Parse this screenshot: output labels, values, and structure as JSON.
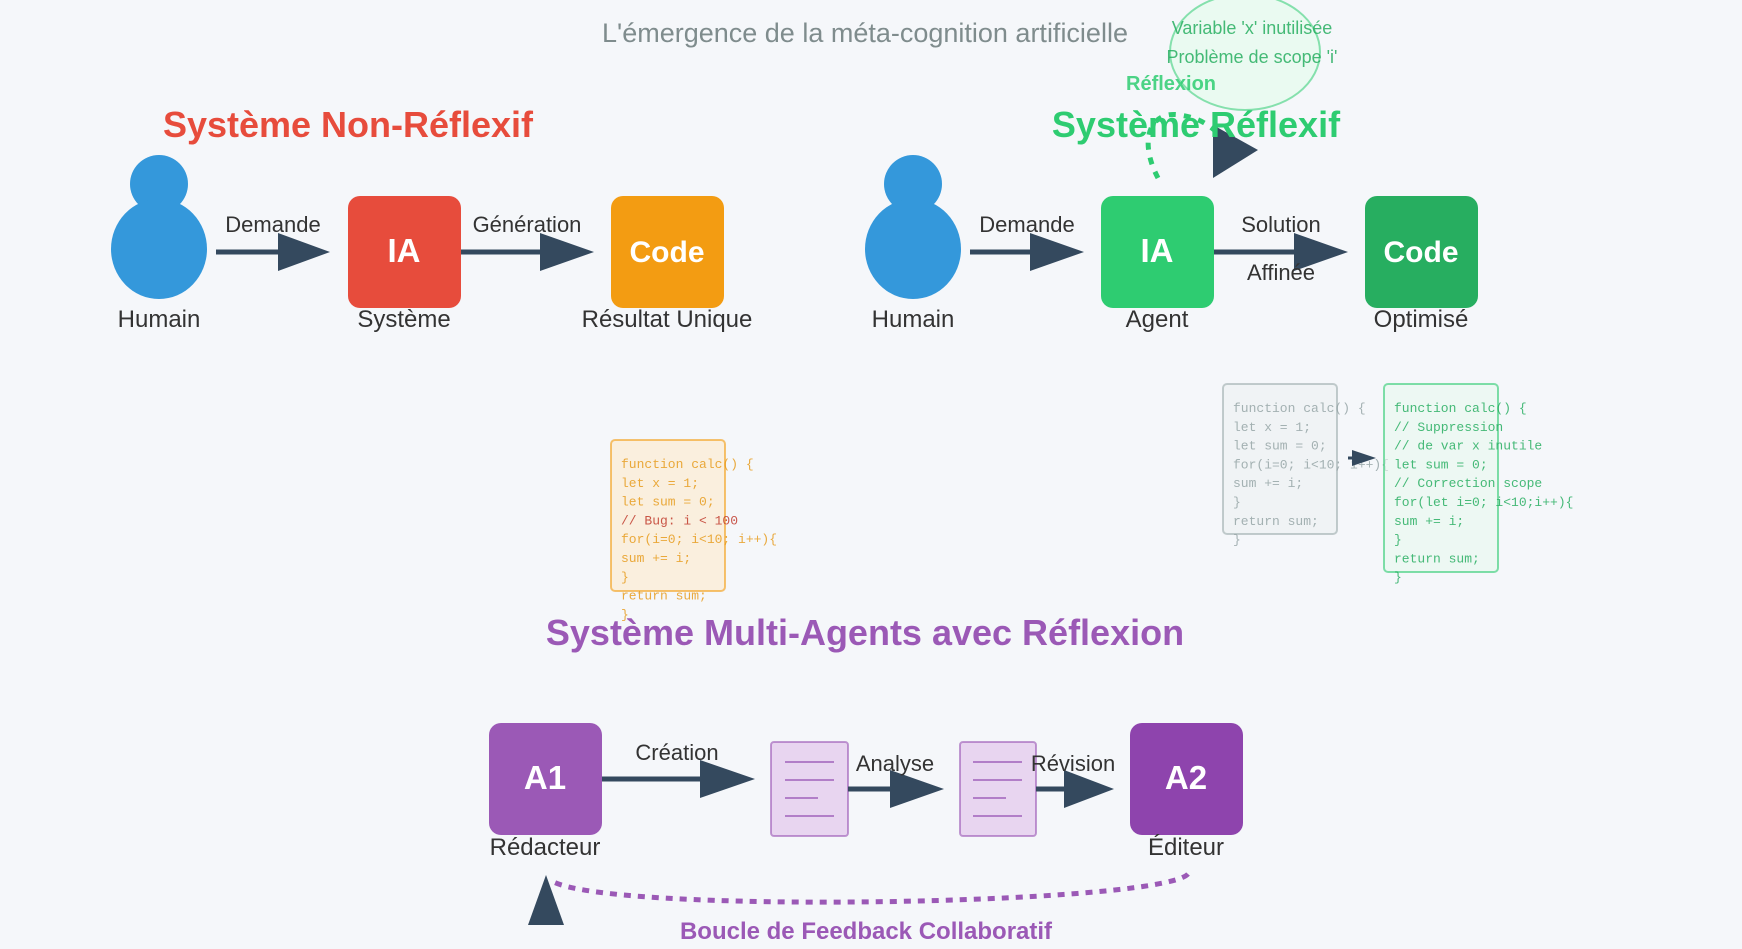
{
  "title": "L'émergence de la méta-cognition artificielle",
  "colors": {
    "red": "#e74c3c",
    "orange": "#f39c12",
    "blue": "#3498db",
    "green": "#2ecc71",
    "dark_green": "#27ae60",
    "purple": "#9b59b6",
    "dark_purple": "#8e44ad",
    "arrow": "#34495e",
    "text": "#333333"
  },
  "non_reflexive": {
    "heading": "Système Non-Réflexif",
    "human_label": "Humain",
    "arrow1_label": "Demande",
    "ia_box": "IA",
    "ia_label": "Système",
    "arrow2_label": "Génération",
    "code_box": "Code",
    "code_label": "Résultat Unique",
    "code_lines": [
      "function calc() {",
      "let x = 1;",
      "let sum = 0;",
      "// Bug: i < 100",
      "for(i=0; i<10; i++){",
      "sum += i;",
      "}",
      "return sum;",
      "}"
    ]
  },
  "reflexive": {
    "heading": "Système Réflexif",
    "human_label": "Humain",
    "arrow1_label": "Demande",
    "ia_box": "IA",
    "ia_label": "Agent",
    "arrow2_label_line1": "Solution",
    "arrow2_label_line2": "Affinée",
    "code_box": "Code",
    "code_label": "Optimisé",
    "reflection_label": "Réflexion",
    "bubble_line1": "Variable 'x' inutilisée",
    "bubble_line2": "Problème de scope 'i'",
    "before_code": [
      "function calc() {",
      "let x = 1;",
      "let sum = 0;",
      "for(i=0; i<10; i++){",
      "sum += i;",
      "}",
      "return sum;",
      "}"
    ],
    "after_code": [
      "function calc() {",
      "// Suppression",
      "// de var x inutile",
      "let sum = 0;",
      "// Correction scope",
      "for(let i=0; i<10;i++){",
      "sum += i;",
      "}",
      "return sum;",
      "}"
    ]
  },
  "multi_agent": {
    "heading": "Système Multi-Agents avec Réflexion",
    "a1_box": "A1",
    "a1_label": "Rédacteur",
    "arrow1_label": "Création",
    "arrow2_label": "Analyse",
    "arrow3_label": "Révision",
    "a2_box": "A2",
    "a2_label": "Éditeur",
    "feedback_label": "Boucle de Feedback Collaboratif"
  }
}
